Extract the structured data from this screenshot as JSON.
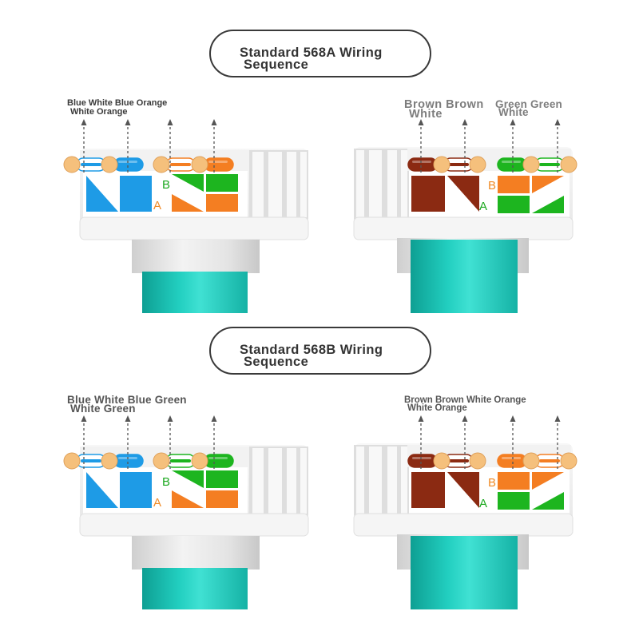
{
  "sections": [
    {
      "title": {
        "line1": "Standard 568A Wiring",
        "line2": "Sequence"
      },
      "left_jack": {
        "labels": [
          {
            "line1": "Blue White Blue Orange",
            "line2": "White Orange"
          }
        ],
        "letter_top": "B",
        "letter_bottom": "A",
        "letter_top_color": "#1aa81e",
        "letter_bottom_color": "#f08a26",
        "pair_color": "#1e9be6",
        "block_top_color": "#1db51f",
        "block_bottom_color": "#f47e22",
        "wires": [
          {
            "base": "#ffffff",
            "stripe": "#1e9be6"
          },
          {
            "base": "#1e9be6",
            "stripe": "#1e9be6"
          },
          {
            "base": "#ffffff",
            "stripe": "#f47e22"
          },
          {
            "base": "#f47e22",
            "stripe": "#f47e22"
          }
        ]
      },
      "right_jack": {
        "labels": [
          {
            "line1": "Brown Brown",
            "line2": "White"
          },
          {
            "line1": "Green Green",
            "line2": "White"
          }
        ],
        "letter_top": "B",
        "letter_bottom": "A",
        "letter_top_color": "#f08a26",
        "letter_bottom_color": "#1aa81e",
        "pair_color": "#8b2a12",
        "block_top_color": "#f47e22",
        "block_bottom_color": "#1db51f",
        "wires": [
          {
            "base": "#8b2a12",
            "stripe": "#8b2a12"
          },
          {
            "base": "#ffffff",
            "stripe": "#8b2a12"
          },
          {
            "base": "#1db51f",
            "stripe": "#1db51f"
          },
          {
            "base": "#ffffff",
            "stripe": "#1db51f"
          }
        ]
      }
    },
    {
      "title": {
        "line1": "Standard 568B Wiring",
        "line2": "Sequence"
      },
      "left_jack": {
        "labels": [
          {
            "line1": "Blue White Blue Green",
            "line2": "White Green"
          }
        ],
        "letter_top": "B",
        "letter_bottom": "A",
        "letter_top_color": "#1aa81e",
        "letter_bottom_color": "#f08a26",
        "pair_color": "#1e9be6",
        "block_top_color": "#1db51f",
        "block_bottom_color": "#f47e22",
        "wires": [
          {
            "base": "#ffffff",
            "stripe": "#1e9be6"
          },
          {
            "base": "#1e9be6",
            "stripe": "#1e9be6"
          },
          {
            "base": "#ffffff",
            "stripe": "#1db51f"
          },
          {
            "base": "#1db51f",
            "stripe": "#1db51f"
          }
        ]
      },
      "right_jack": {
        "labels": [
          {
            "line1": "Brown Brown White Orange",
            "line2": "White Orange"
          }
        ],
        "letter_top": "B",
        "letter_bottom": "A",
        "letter_top_color": "#f08a26",
        "letter_bottom_color": "#1aa81e",
        "pair_color": "#8b2a12",
        "block_top_color": "#f47e22",
        "block_bottom_color": "#1db51f",
        "wires": [
          {
            "base": "#8b2a12",
            "stripe": "#8b2a12"
          },
          {
            "base": "#ffffff",
            "stripe": "#8b2a12"
          },
          {
            "base": "#f47e22",
            "stripe": "#f47e22"
          },
          {
            "base": "#ffffff",
            "stripe": "#f47e22"
          }
        ]
      }
    }
  ],
  "colors": {
    "cable_teal": "#1cc2b4",
    "wire_tip": "#f5c07c",
    "arrow": "#555555",
    "pill_border": "#3a3a3a"
  }
}
